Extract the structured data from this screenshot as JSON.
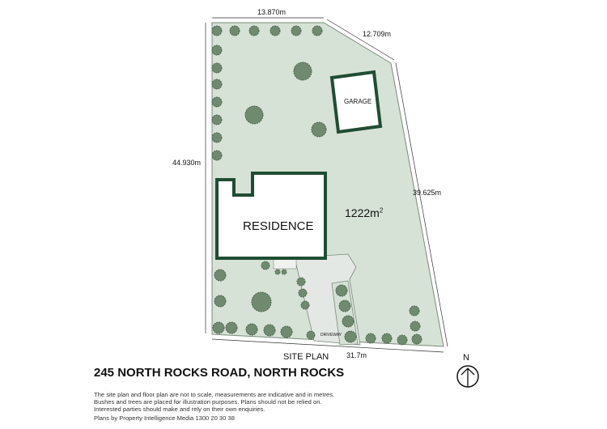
{
  "plan": {
    "dim_top": "13.870m",
    "dim_top_right": "12.709m",
    "dim_left": "44.930m",
    "dim_right": "39.625m",
    "dim_bottom": "31.7m",
    "area": "1222m",
    "area_sup": "2",
    "residence_label": "RESIDENCE",
    "garage_label": "GARAGE",
    "driveway_label": "DRIVEWAY",
    "site_plan_label": "SITE PLAN",
    "north_label": "N"
  },
  "address": "245 NORTH ROCKS ROAD, NORTH ROCKS",
  "disclaimer": [
    "The site plan and floor plan are not to scale, measurements are indicative and in metres.",
    "Bushes and trees are placed for illustration purposes. Plans should not be relied on.",
    "Interested parties should make and rely on their own enquiries."
  ],
  "credit": "Plans by Property Intelligence Media 1300 20 30 38",
  "colors": {
    "lot": "#d6e2d6",
    "building_outline": "#1f4d33",
    "tree": "#6f8a6f",
    "driveway": "#e4e8e4"
  }
}
